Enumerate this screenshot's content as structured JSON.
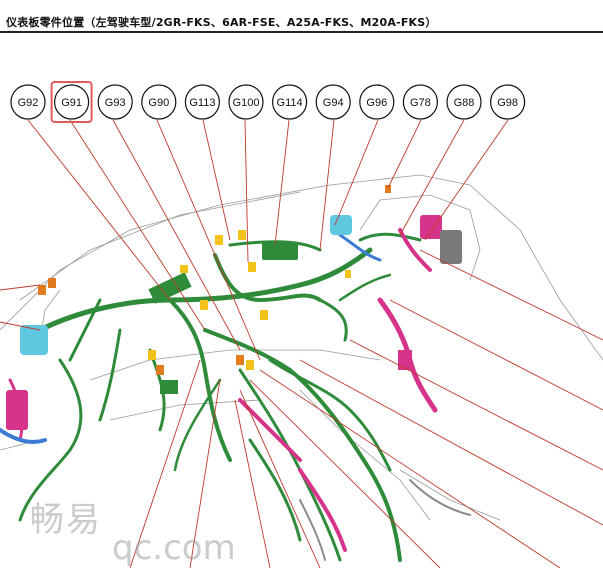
{
  "page": {
    "title": "仪表板零件位置（左驾驶车型/2GR-FKS、6AR-FSE、A25A-FKS、M20A-FKS）"
  },
  "connectors": [
    {
      "id": "G92",
      "selected": false
    },
    {
      "id": "G91",
      "selected": true
    },
    {
      "id": "G93",
      "selected": false
    },
    {
      "id": "G90",
      "selected": false
    },
    {
      "id": "G113",
      "selected": false
    },
    {
      "id": "G100",
      "selected": false
    },
    {
      "id": "G114",
      "selected": false
    },
    {
      "id": "G94",
      "selected": false
    },
    {
      "id": "G96",
      "selected": false
    },
    {
      "id": "G78",
      "selected": false
    },
    {
      "id": "G88",
      "selected": false
    },
    {
      "id": "G98",
      "selected": false
    }
  ],
  "colors": {
    "leader_line": "#c0392b",
    "selection_box": "#e05a5a",
    "harness_green": "#2e8b3a",
    "harness_pink": "#d6338a",
    "harness_blue": "#3a7bd5",
    "connector_yellow": "#f2c21b",
    "connector_orange": "#e07b1f",
    "component_cyan": "#5ec8e0"
  },
  "watermark": {
    "line1": "畅易",
    "line2": "qc.com"
  }
}
